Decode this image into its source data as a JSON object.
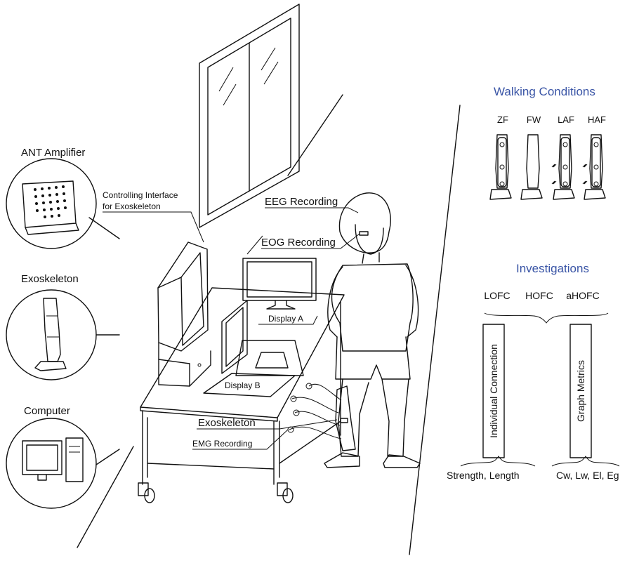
{
  "left_panel": {
    "amplifier_title": "ANT Amplifier",
    "exoskeleton_title": "Exoskeleton",
    "computer_title": "Computer"
  },
  "scene": {
    "controlling_interface": "Controlling Interface",
    "for_exoskeleton": "for Exoskeleton",
    "eeg_recording": "EEG Recording",
    "eog_recording": "EOG Recording",
    "display_a": "Display A",
    "display_b": "Display B",
    "exoskeleton": "Exoskeleton",
    "emg_recording": "EMG Recording"
  },
  "walking_conditions": {
    "title": "Walking Conditions",
    "items": [
      "ZF",
      "FW",
      "LAF",
      "HAF"
    ]
  },
  "investigations": {
    "title": "Investigations",
    "items": [
      "LOFC",
      "HOFC",
      "aHOFC"
    ],
    "box_left": "Individual Connection",
    "box_right": "Graph Metrics",
    "caption_left": "Strength, Length",
    "caption_right": "Cw, Lw, El, Eg"
  },
  "colors": {
    "title_blue": "#3a55a6",
    "ink": "#111111"
  }
}
